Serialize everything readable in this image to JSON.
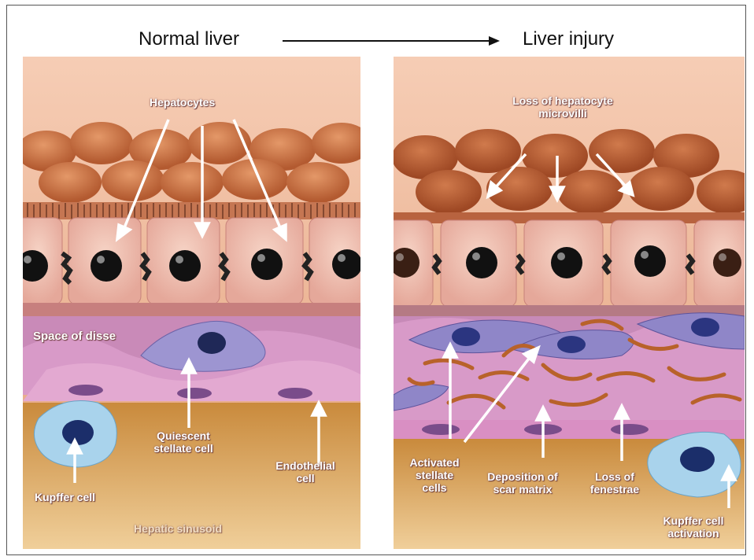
{
  "header": {
    "left_title": "Normal liver",
    "right_title": "Liver injury"
  },
  "normal_panel": {
    "hepatocytes": "Hepatocytes",
    "space_of_disse": "Space of disse",
    "quiescent_stellate": "Quiescent stellate cell",
    "endothelial": "Endothelial cell",
    "kupffer": "Kupffer cell",
    "sinusoid": "Hepatic sinusoid"
  },
  "injury_panel": {
    "loss_microvilli": "Loss of hepatocyte microvilli",
    "activated_stellate": "Activated stellate cells",
    "scar_matrix": "Deposition of scar matrix",
    "loss_fenestrae": "Loss of fenestrae",
    "kupffer_activation": "Kupffer cell activation"
  },
  "colors": {
    "hepatocyte": "#e8a982",
    "stellate": "#8f86c8",
    "endothelium": "#d89ac8",
    "sinusoid": "#d9a35a",
    "scar": "#b8622a",
    "kupffer": "#a9d3ec"
  }
}
